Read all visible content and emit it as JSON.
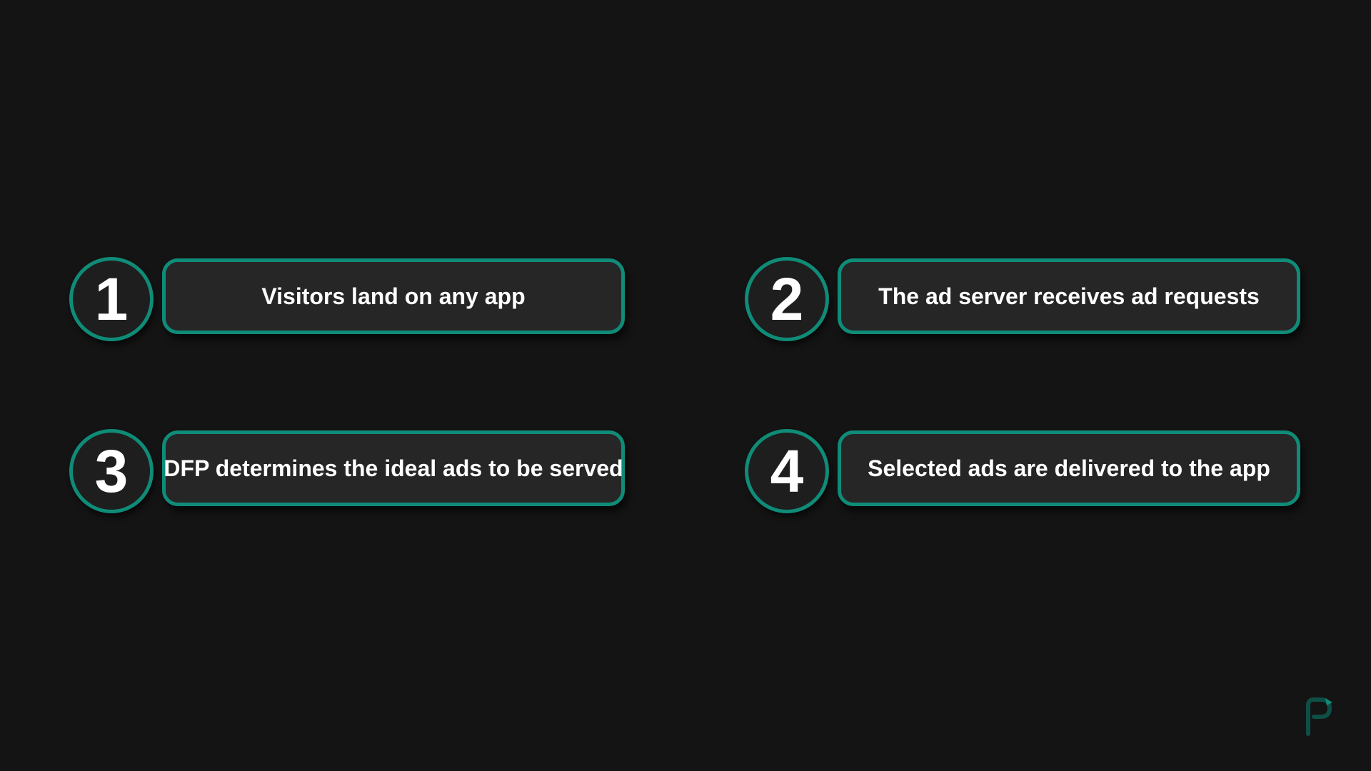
{
  "steps": [
    {
      "number": "1",
      "text": "Visitors land on any app"
    },
    {
      "number": "2",
      "text": "The ad server receives ad requests"
    },
    {
      "number": "3",
      "text": "DFP determines the ideal ads to be served"
    },
    {
      "number": "4",
      "text": "Selected ads are delivered to the app"
    }
  ],
  "colors": {
    "background": "#141414",
    "accent": "#0f8c78",
    "box_fill": "#262626",
    "text": "#ffffff"
  },
  "logo": {
    "icon": "brand-logo-icon"
  }
}
